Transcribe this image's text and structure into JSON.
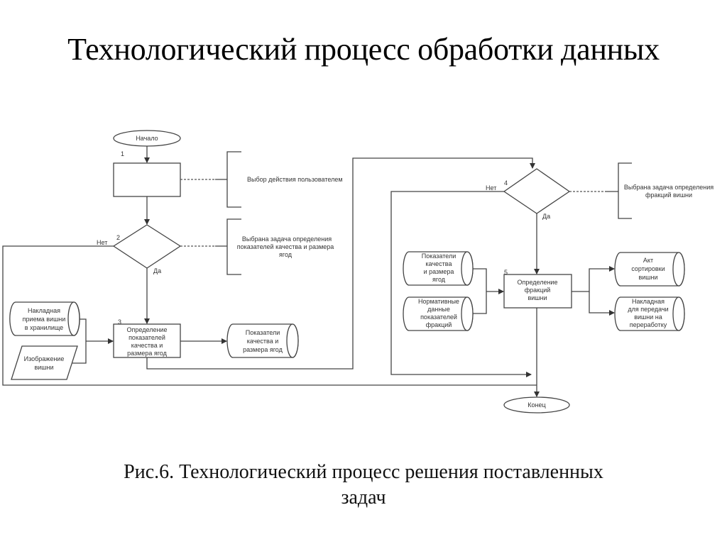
{
  "title": "Технологический процесс обработки данных",
  "caption": {
    "line1": "Рис.6. Технологический процесс решения поставленных",
    "line2": "задач"
  },
  "diagram": {
    "start": "Начало",
    "end": "Конец",
    "step_numbers": [
      "1",
      "2",
      "3",
      "4",
      "5"
    ],
    "yes_label": "Да",
    "no_label": "Нет",
    "annotations": {
      "a1": [
        "Выбор действия пользователем"
      ],
      "a2": [
        "Выбрана задача определения",
        "показателей качества и размера",
        "ягод"
      ],
      "a4": [
        "Выбрана задача определения",
        "фракций вишни"
      ]
    },
    "process3": [
      "Определение",
      "показателей",
      "качества и",
      "размера ягод"
    ],
    "process5": [
      "Определение",
      "фракций",
      "вишни"
    ],
    "inputs3": {
      "doc": [
        "Накладная",
        "приема вишни",
        "в хранилище"
      ],
      "image": [
        "Изображение",
        "вишни"
      ]
    },
    "output3": [
      "Показатели",
      "качества и",
      "размера ягод"
    ],
    "inputs5": {
      "quality": [
        "Показатели",
        "качества",
        "и размера",
        "ягод"
      ],
      "norms": [
        "Нормативные",
        "данные",
        "показателей",
        "фракций"
      ]
    },
    "outputs5": {
      "act": [
        "Акт",
        "сортировки",
        "вишни"
      ],
      "invoice": [
        "Накладная",
        "для передачи",
        "вишни на",
        "переработку"
      ]
    }
  }
}
